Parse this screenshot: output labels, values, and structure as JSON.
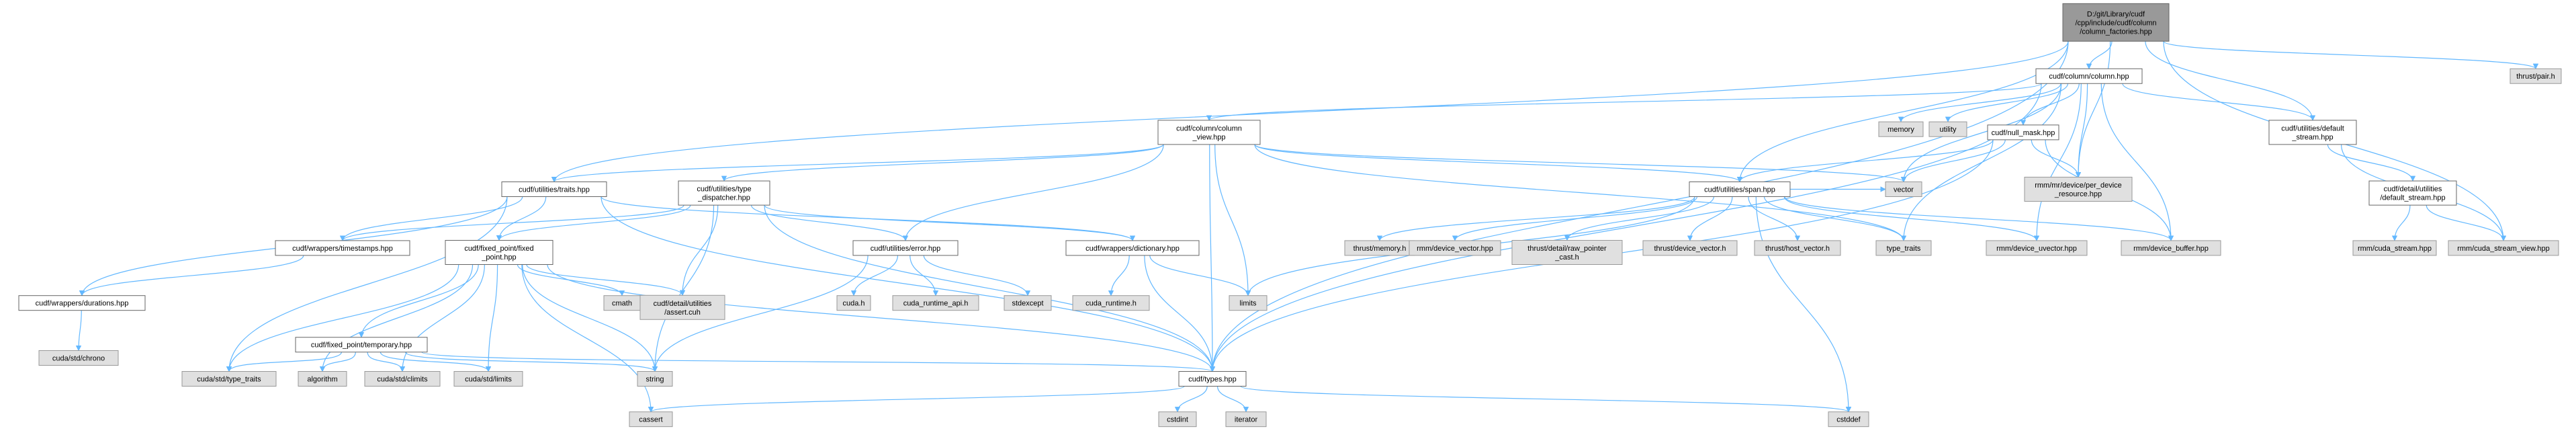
{
  "title": "D:/git/Library/cudf/cpp/include/cudf/column/column_factories.hpp",
  "colors": {
    "edge": "#63B8FF",
    "root_fill": "#999999",
    "root_stroke": "#666666",
    "internal_fill": "#ffffff",
    "internal_stroke": "#666666",
    "external_fill": "#e0e0e0",
    "external_stroke": "#999999"
  },
  "nodes": [
    {
      "id": "root",
      "kind": "root",
      "lines": [
        "D:/git/Library/cudf",
        "/cpp/include/cudf/column",
        "/column_factories.hpp"
      ]
    },
    {
      "id": "pair",
      "kind": "external",
      "lines": [
        "thrust/pair.h"
      ]
    },
    {
      "id": "column",
      "kind": "internal",
      "lines": [
        "cudf/column/column.hpp"
      ]
    },
    {
      "id": "memory",
      "kind": "external",
      "lines": [
        "memory"
      ]
    },
    {
      "id": "utility",
      "kind": "external",
      "lines": [
        "utility"
      ]
    },
    {
      "id": "null_mask",
      "kind": "internal",
      "lines": [
        "cudf/null_mask.hpp"
      ]
    },
    {
      "id": "default_stream",
      "kind": "internal",
      "lines": [
        "cudf/utilities/default",
        "_stream.hpp"
      ]
    },
    {
      "id": "column_view",
      "kind": "internal",
      "lines": [
        "cudf/column/column",
        "_view.hpp"
      ]
    },
    {
      "id": "traits",
      "kind": "internal",
      "lines": [
        "cudf/utilities/traits.hpp"
      ]
    },
    {
      "id": "type_dispatcher",
      "kind": "internal",
      "lines": [
        "cudf/utilities/type",
        "_dispatcher.hpp"
      ]
    },
    {
      "id": "span",
      "kind": "internal",
      "lines": [
        "cudf/utilities/span.hpp"
      ]
    },
    {
      "id": "vector",
      "kind": "external",
      "lines": [
        "vector"
      ]
    },
    {
      "id": "per_device",
      "kind": "external",
      "lines": [
        "rmm/mr/device/per_device",
        "_resource.hpp"
      ]
    },
    {
      "id": "detail_default_stream",
      "kind": "internal",
      "lines": [
        "cudf/detail/utilities",
        "/default_stream.hpp"
      ]
    },
    {
      "id": "timestamps",
      "kind": "internal",
      "lines": [
        "cudf/wrappers/timestamps.hpp"
      ]
    },
    {
      "id": "fixed_point",
      "kind": "internal",
      "lines": [
        "cudf/fixed_point/fixed",
        "_point.hpp"
      ]
    },
    {
      "id": "error",
      "kind": "internal",
      "lines": [
        "cudf/utilities/error.hpp"
      ]
    },
    {
      "id": "dictionary",
      "kind": "internal",
      "lines": [
        "cudf/wrappers/dictionary.hpp"
      ]
    },
    {
      "id": "thrust_memory",
      "kind": "external",
      "lines": [
        "thrust/memory.h"
      ]
    },
    {
      "id": "rmm_device_vector",
      "kind": "external",
      "lines": [
        "rmm/device_vector.hpp"
      ]
    },
    {
      "id": "raw_pointer_cast",
      "kind": "external",
      "lines": [
        "thrust/detail/raw_pointer",
        "_cast.h"
      ]
    },
    {
      "id": "thrust_device_vector",
      "kind": "external",
      "lines": [
        "thrust/device_vector.h"
      ]
    },
    {
      "id": "thrust_host_vector",
      "kind": "external",
      "lines": [
        "thrust/host_vector.h"
      ]
    },
    {
      "id": "type_traits",
      "kind": "external",
      "lines": [
        "type_traits"
      ]
    },
    {
      "id": "device_uvector",
      "kind": "external",
      "lines": [
        "rmm/device_uvector.hpp"
      ]
    },
    {
      "id": "device_buffer",
      "kind": "external",
      "lines": [
        "rmm/device_buffer.hpp"
      ]
    },
    {
      "id": "cuda_stream",
      "kind": "external",
      "lines": [
        "rmm/cuda_stream.hpp"
      ]
    },
    {
      "id": "cuda_stream_view",
      "kind": "external",
      "lines": [
        "rmm/cuda_stream_view.hpp"
      ]
    },
    {
      "id": "durations",
      "kind": "internal",
      "lines": [
        "cudf/wrappers/durations.hpp"
      ]
    },
    {
      "id": "cmath",
      "kind": "external",
      "lines": [
        "cmath"
      ]
    },
    {
      "id": "assert",
      "kind": "external",
      "lines": [
        "cudf/detail/utilities",
        "/assert.cuh"
      ]
    },
    {
      "id": "cuda_h",
      "kind": "external",
      "lines": [
        "cuda.h"
      ]
    },
    {
      "id": "cuda_runtime_api",
      "kind": "external",
      "lines": [
        "cuda_runtime_api.h"
      ]
    },
    {
      "id": "stdexcept",
      "kind": "external",
      "lines": [
        "stdexcept"
      ]
    },
    {
      "id": "cuda_runtime",
      "kind": "external",
      "lines": [
        "cuda_runtime.h"
      ]
    },
    {
      "id": "limits",
      "kind": "external",
      "lines": [
        "limits"
      ]
    },
    {
      "id": "temporary",
      "kind": "internal",
      "lines": [
        "cudf/fixed_point/temporary.hpp"
      ]
    },
    {
      "id": "chrono",
      "kind": "external",
      "lines": [
        "cuda/std/chrono"
      ]
    },
    {
      "id": "cuda_type_traits",
      "kind": "external",
      "lines": [
        "cuda/std/type_traits"
      ]
    },
    {
      "id": "algorithm",
      "kind": "external",
      "lines": [
        "algorithm"
      ]
    },
    {
      "id": "climits",
      "kind": "external",
      "lines": [
        "cuda/std/climits"
      ]
    },
    {
      "id": "cuda_limits",
      "kind": "external",
      "lines": [
        "cuda/std/limits"
      ]
    },
    {
      "id": "string",
      "kind": "external",
      "lines": [
        "string"
      ]
    },
    {
      "id": "types",
      "kind": "internal",
      "lines": [
        "cudf/types.hpp"
      ]
    },
    {
      "id": "cassert",
      "kind": "external",
      "lines": [
        "cassert"
      ]
    },
    {
      "id": "cstdint",
      "kind": "external",
      "lines": [
        "cstdint"
      ]
    },
    {
      "id": "iterator",
      "kind": "external",
      "lines": [
        "iterator"
      ]
    },
    {
      "id": "cstddef",
      "kind": "external",
      "lines": [
        "cstddef"
      ]
    }
  ],
  "edges": [
    [
      "root",
      "pair"
    ],
    [
      "root",
      "column"
    ],
    [
      "root",
      "default_stream"
    ],
    [
      "root",
      "traits"
    ],
    [
      "root",
      "span"
    ],
    [
      "root",
      "per_device"
    ],
    [
      "root",
      "cuda_stream_view"
    ],
    [
      "root",
      "types"
    ],
    [
      "column",
      "memory"
    ],
    [
      "column",
      "utility"
    ],
    [
      "column",
      "null_mask"
    ],
    [
      "column",
      "default_stream"
    ],
    [
      "column",
      "column_view"
    ],
    [
      "column",
      "vector"
    ],
    [
      "column",
      "per_device"
    ],
    [
      "column",
      "device_uvector"
    ],
    [
      "column",
      "device_buffer"
    ],
    [
      "column",
      "types"
    ],
    [
      "column",
      "type_traits"
    ],
    [
      "null_mask",
      "vector"
    ],
    [
      "null_mask",
      "per_device"
    ],
    [
      "null_mask",
      "device_buffer"
    ],
    [
      "null_mask",
      "span"
    ],
    [
      "null_mask",
      "types"
    ],
    [
      "default_stream",
      "detail_default_stream"
    ],
    [
      "default_stream",
      "cuda_stream_view"
    ],
    [
      "detail_default_stream",
      "cuda_stream"
    ],
    [
      "detail_default_stream",
      "cuda_stream_view"
    ],
    [
      "column_view",
      "traits"
    ],
    [
      "column_view",
      "type_dispatcher"
    ],
    [
      "column_view",
      "span"
    ],
    [
      "column_view",
      "error"
    ],
    [
      "column_view",
      "vector"
    ],
    [
      "column_view",
      "limits"
    ],
    [
      "column_view",
      "type_traits"
    ],
    [
      "column_view",
      "types"
    ],
    [
      "traits",
      "timestamps"
    ],
    [
      "traits",
      "durations"
    ],
    [
      "traits",
      "fixed_point"
    ],
    [
      "traits",
      "dictionary"
    ],
    [
      "traits",
      "types"
    ],
    [
      "traits",
      "cuda_type_traits"
    ],
    [
      "type_dispatcher",
      "timestamps"
    ],
    [
      "type_dispatcher",
      "fixed_point"
    ],
    [
      "type_dispatcher",
      "dictionary"
    ],
    [
      "type_dispatcher",
      "error"
    ],
    [
      "type_dispatcher",
      "assert"
    ],
    [
      "type_dispatcher",
      "string"
    ],
    [
      "type_dispatcher",
      "types"
    ],
    [
      "span",
      "thrust_memory"
    ],
    [
      "span",
      "rmm_device_vector"
    ],
    [
      "span",
      "raw_pointer_cast"
    ],
    [
      "span",
      "thrust_device_vector"
    ],
    [
      "span",
      "thrust_host_vector"
    ],
    [
      "span",
      "type_traits"
    ],
    [
      "span",
      "device_uvector"
    ],
    [
      "span",
      "device_buffer"
    ],
    [
      "span",
      "limits"
    ],
    [
      "span",
      "cstddef"
    ],
    [
      "span",
      "vector"
    ],
    [
      "timestamps",
      "durations"
    ],
    [
      "durations",
      "chrono"
    ],
    [
      "fixed_point",
      "temporary"
    ],
    [
      "fixed_point",
      "cmath"
    ],
    [
      "fixed_point",
      "assert"
    ],
    [
      "fixed_point",
      "cuda_type_traits"
    ],
    [
      "fixed_point",
      "algorithm"
    ],
    [
      "fixed_point",
      "climits"
    ],
    [
      "fixed_point",
      "cuda_limits"
    ],
    [
      "fixed_point",
      "string"
    ],
    [
      "fixed_point",
      "types"
    ],
    [
      "fixed_point",
      "cassert"
    ],
    [
      "temporary",
      "cuda_type_traits"
    ],
    [
      "temporary",
      "algorithm"
    ],
    [
      "temporary",
      "climits"
    ],
    [
      "temporary",
      "cuda_limits"
    ],
    [
      "temporary",
      "string"
    ],
    [
      "temporary",
      "types"
    ],
    [
      "error",
      "cuda_h"
    ],
    [
      "error",
      "cuda_runtime_api"
    ],
    [
      "error",
      "stdexcept"
    ],
    [
      "error",
      "string"
    ],
    [
      "dictionary",
      "cuda_runtime"
    ],
    [
      "dictionary",
      "limits"
    ],
    [
      "dictionary",
      "types"
    ],
    [
      "types",
      "cassert"
    ],
    [
      "types",
      "cstdint"
    ],
    [
      "types",
      "iterator"
    ],
    [
      "types",
      "cstddef"
    ]
  ]
}
